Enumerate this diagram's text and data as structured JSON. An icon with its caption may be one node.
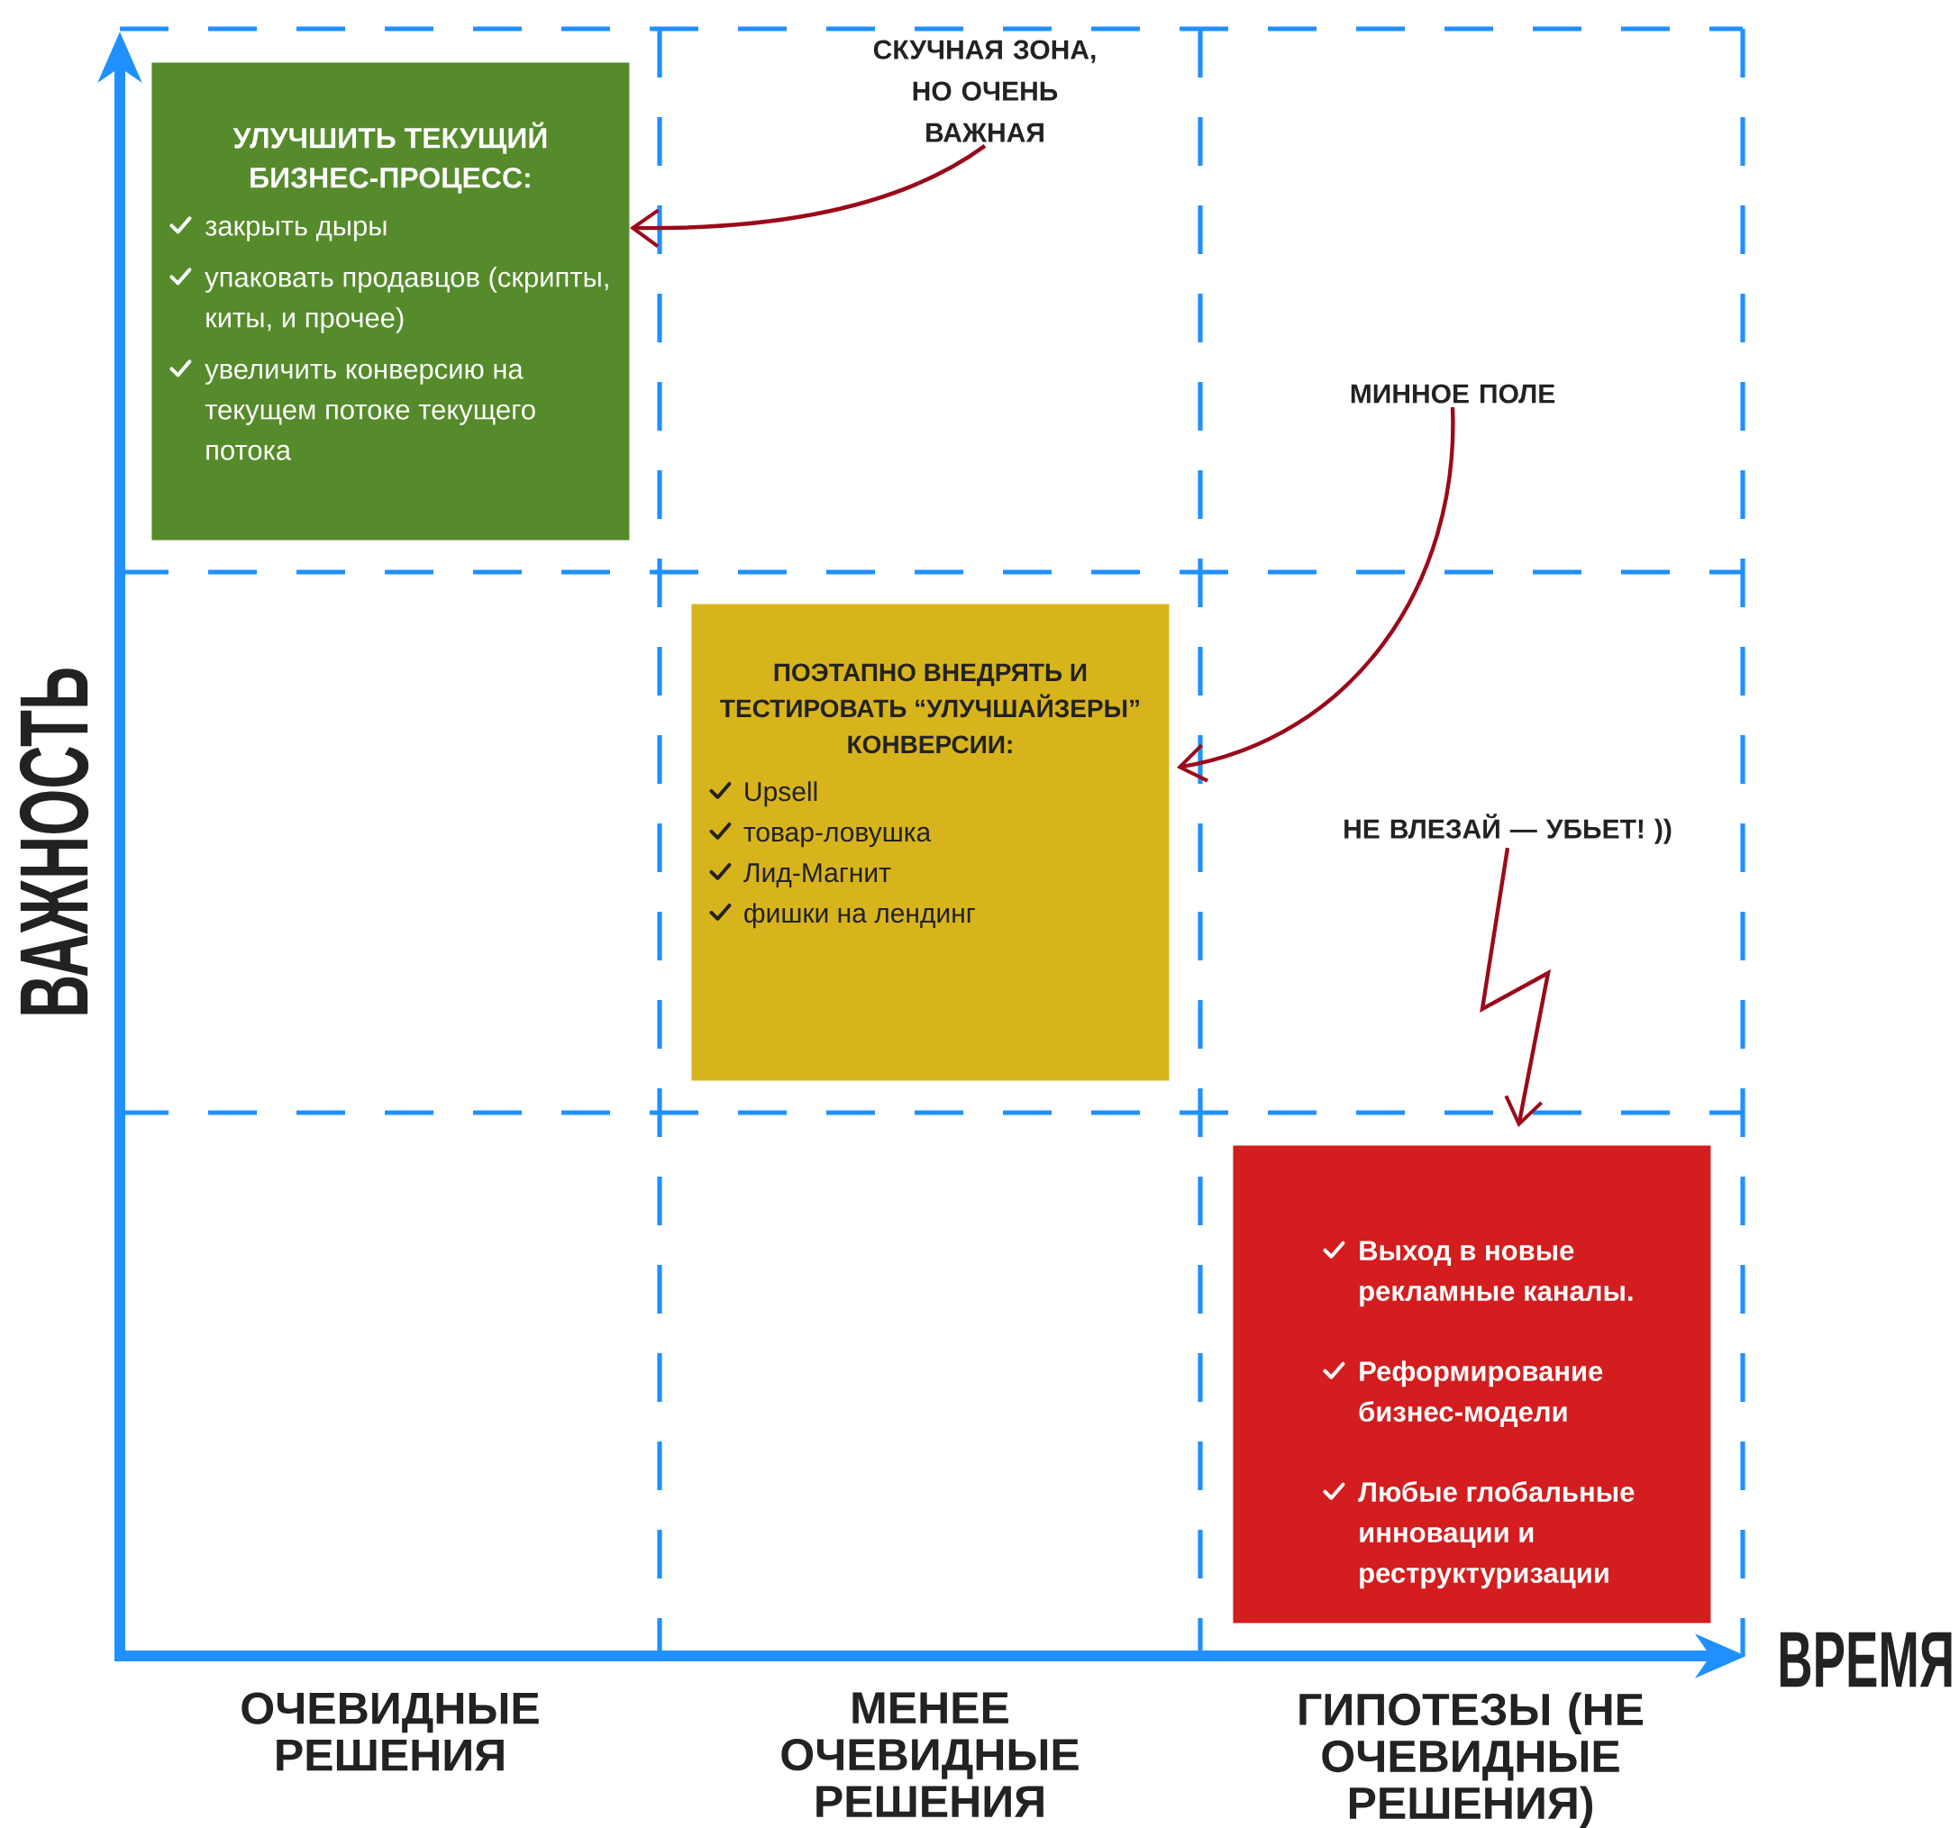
{
  "diagram": {
    "nodes": [
      {
        "text": [
          "УЛУЧШИТЬ ТЕКУЩИЙ БИЗНЕС-ПРОЦЕСС:",
          "закрыть дыры",
          "упаковать продавцов (скрипты, киты, и прочее)",
          "увеличить конверсию на текущем потоке текущего потока"
        ]
      },
      {
        "text": [
          "СКУЧНАЯ ЗОНА, НО ОЧЕНЬ ВАЖНАЯ"
        ]
      },
      {
        "text": [
          "ПОЭТАПНО ВНЕДРЯТЬ И ТЕСТИРОВАТЬ “УЛУЧШАЙЗЕРЫ” КОНВЕРСИИ:",
          "Upsell",
          "товар-ловушка",
          "Лид-Магнит",
          "фишки на лендинг"
        ]
      },
      {
        "text": [
          "МИННОЕ ПОЛЕ"
        ]
      },
      {
        "text": [
          "НЕ ВЛЕЗАЙ — УБЬЕТ! ))"
        ]
      },
      {
        "text": [
          "Выход в новые рекламные каналы.",
          "Реформирование бизнес-модели",
          "Любые глобальные инновации и реструктуризации"
        ]
      }
    ],
    "edges": [
      {
        "from": 1,
        "to": 0,
        "arrow": "to"
      },
      {
        "from": 3,
        "to": 2,
        "arrow": "to"
      },
      {
        "from": 4,
        "to": 5,
        "arrow": "to"
      }
    ],
    "labels": [
      "ВАЖНОСТЬ",
      "ВРЕМЯ",
      "ОЧЕВИДНЫЕ РЕШЕНИЯ",
      "МЕНЕЕ ОЧЕВИДНЫЕ РЕШЕНИЯ",
      "ГИПОТЕЗЫ (НЕ ОЧЕВИДНЫЕ РЕШЕНИЯ)"
    ]
  }
}
